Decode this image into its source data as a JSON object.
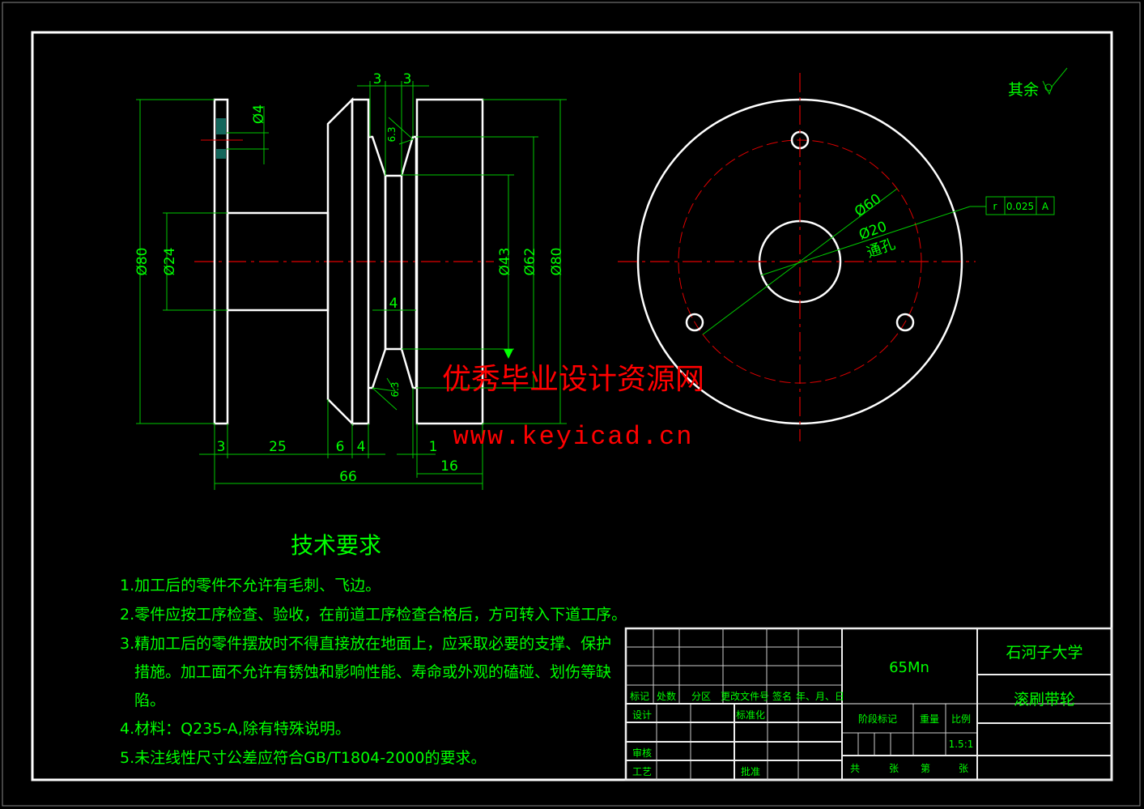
{
  "colors": {
    "background": "#000000",
    "outline": "#ffffff",
    "dimension": "#00ff00",
    "centerline": "#e00000",
    "watermark": "#ff0000"
  },
  "front_view": {
    "dims": {
      "d80_left": "Ø80",
      "d24": "Ø24",
      "d4": "Ø4",
      "top_3a": "3",
      "top_3b": "3",
      "rough_top": "6.3",
      "rough_bottom": "6.3",
      "d43": "Ø43",
      "d62": "Ø62",
      "d80_right": "Ø80",
      "groove_4": "4",
      "b3": "3",
      "b25": "25",
      "b6": "6",
      "b4": "4",
      "b1": "1",
      "b16": "16",
      "b66": "66"
    }
  },
  "side_view": {
    "d60": "Ø60",
    "d20": "Ø20",
    "through_hole": "通孔",
    "tolerance": {
      "symbol": "r",
      "value": "0.025",
      "datum": "A"
    },
    "surface_rest": "其余"
  },
  "watermark": {
    "line1": "优秀毕业设计资源网",
    "line2": "www.keyicad.cn"
  },
  "requirements": {
    "title": "技术要求",
    "items": [
      "1.加工后的零件不允许有毛刺、飞边。",
      "2.零件应按工序检查、验收，在前道工序检查合格后，方可转入下道工序。",
      "3.精加工后的零件摆放时不得直接放在地面上，应采取必要的支撑、保护",
      "措施。加工面不允许有锈蚀和影响性能、寿命或外观的磕碰、划伤等缺",
      "陷。",
      "4.材料：Q235-A,除有特殊说明。",
      "5.未注线性尺寸公差应符合GB/T1804-2000的要求。"
    ]
  },
  "title_block": {
    "headers": [
      "标记",
      "处数",
      "分区",
      "更改文件号",
      "签名",
      "年、月、日"
    ],
    "design": "设计",
    "standardize": "标准化",
    "review": "审核",
    "process": "工艺",
    "approve": "批准",
    "material": "65Mn",
    "stage_mark": "阶段标记",
    "weight": "重量",
    "scale_label": "比例",
    "scale": "1.5:1",
    "sheets_total": "共",
    "sheets_unit1": "张",
    "sheet_no": "第",
    "sheets_unit2": "张",
    "school": "石河子大学",
    "part_name": "滚刷带轮"
  }
}
